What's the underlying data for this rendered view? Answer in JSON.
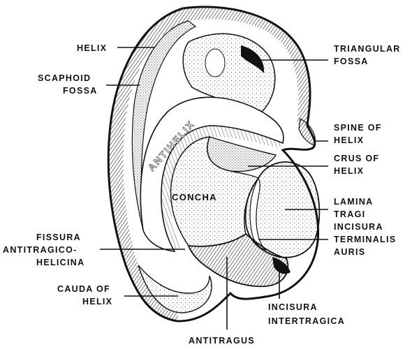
{
  "figure": {
    "subject": "auricle",
    "ink_color": "#111111",
    "paper_color": "#ffffff"
  },
  "labels": {
    "helix": "HELIX",
    "scaphoid_fossa_1": "SCAPHOID",
    "scaphoid_fossa_2": "FOSSA",
    "triangular_fossa_1": "TRIANGULAR",
    "triangular_fossa_2": "FOSSA",
    "spine_of_helix_1": "SPINE OF",
    "spine_of_helix_2": "HELIX",
    "crus_of_helix_1": "CRUS OF",
    "crus_of_helix_2": "HELIX",
    "lamina_tragi_1": "LAMINA",
    "lamina_tragi_2": "TRAGI",
    "incisura_terminalis_1": "INCISURA",
    "incisura_terminalis_2": "TERMINALIS",
    "incisura_terminalis_3": "AURIS",
    "fissura_1": "FISSURA",
    "fissura_2": "ANTITRAGICO-",
    "fissura_3": "HELICINA",
    "cauda_of_helix_1": "CAUDA OF",
    "cauda_of_helix_2": "HELIX",
    "incisura_intertragica_1": "INCISURA",
    "incisura_intertragica_2": "INTERTRAGICA",
    "antitragus": "ANTITRAGUS",
    "antihelix": "ANTIHELIX",
    "concha": "CONCHA"
  }
}
